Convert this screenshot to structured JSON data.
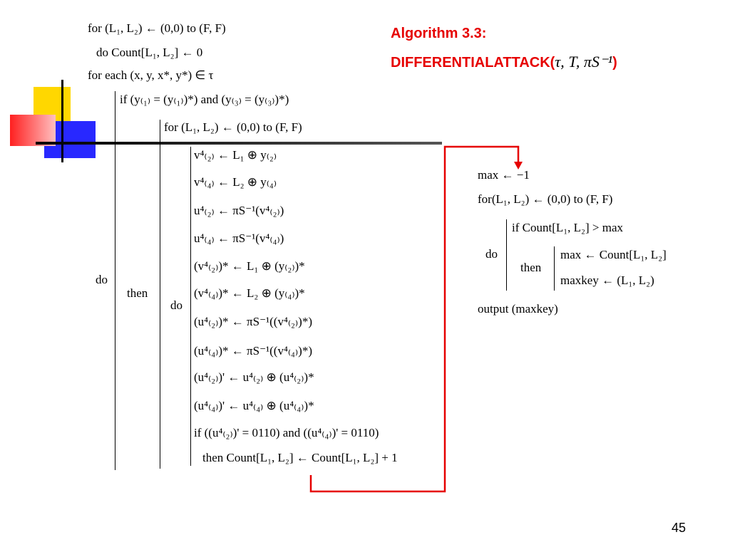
{
  "title": {
    "line1": "Algorithm 3.3:",
    "line2_prefix": "DIFFERENTIALATTACK(",
    "line2_args": "τ, T, πS⁻¹",
    "line2_suffix": ")"
  },
  "colors": {
    "title": "#e60000",
    "connector": "#e60000",
    "deco_yellow": "#ffd700",
    "deco_red": "#ff3030",
    "deco_blue": "#2020ff"
  },
  "main_lines": [
    "for  (L₁, L₂) ← (0,0) to (F, F)",
    "do Count[L₁, L₂] ← 0",
    "for each (x, y, x*, y*) ∈ τ",
    "if  (y₍₁₎ = (y₍₁₎)*) and (y₍₃₎ = (y₍₃₎)*)",
    "for (L₁, L₂) ← (0,0) to (F, F)",
    "v⁴₍₂₎ ← L₁ ⊕ y₍₂₎",
    "v⁴₍₄₎ ← L₂ ⊕ y₍₄₎",
    "u⁴₍₂₎ ← πS⁻¹(v⁴₍₂₎)",
    "u⁴₍₄₎ ← πS⁻¹(v⁴₍₄₎)",
    "(v⁴₍₂₎)* ← L₁ ⊕ (y₍₂₎)*",
    "(v⁴₍₄₎)* ← L₂ ⊕ (y₍₄₎)*",
    "(u⁴₍₂₎)* ← πS⁻¹((v⁴₍₂₎)*)",
    "(u⁴₍₄₎)* ← πS⁻¹((v⁴₍₄₎)*)",
    "(u⁴₍₂₎)' ← u⁴₍₂₎ ⊕ (u⁴₍₂₎)*",
    "(u⁴₍₄₎)' ← u⁴₍₄₎ ⊕ (u⁴₍₄₎)*",
    "if  ((u⁴₍₂₎)' = 0110) and ((u⁴₍₄₎)' = 0110)",
    "then Count[L₁, L₂] ← Count[L₁, L₂] + 1"
  ],
  "main_labels": {
    "do": "do",
    "then": "then",
    "inner_do": "do"
  },
  "right_lines": [
    "max ← −1",
    "for(L₁, L₂) ← (0,0) to (F, F)",
    "if Count[L₁, L₂] > max",
    "max ← Count[L₁, L₂]",
    "maxkey ← (L₁, L₂)",
    "output (maxkey)"
  ],
  "right_labels": {
    "do": "do",
    "then": "then"
  },
  "page_number": "45"
}
